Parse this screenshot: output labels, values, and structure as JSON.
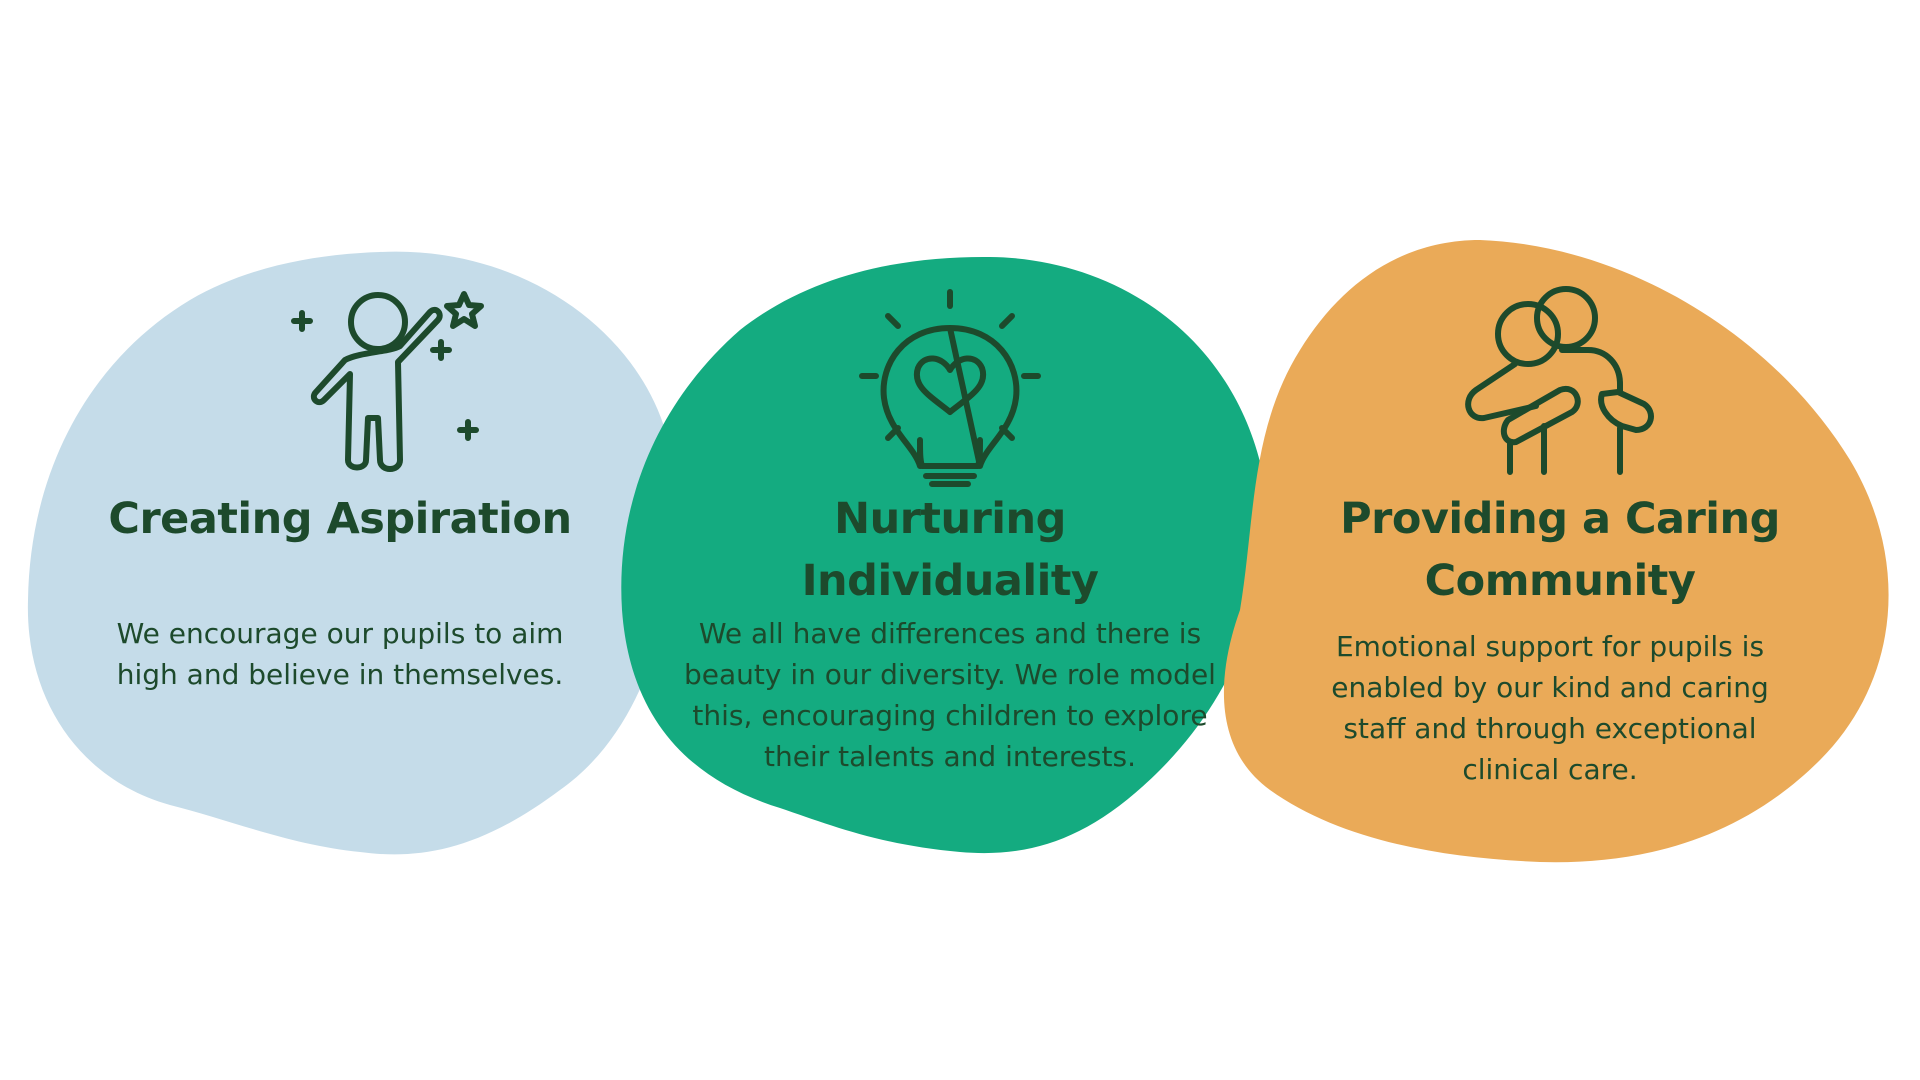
{
  "colors": {
    "blue": "#c5dce9",
    "green": "#14ab80",
    "orange": "#eaaa58",
    "text": "#1d4a2c"
  },
  "pillars": [
    {
      "icon": "child-reaching-star-icon",
      "title": "Creating Aspiration",
      "text": "We encourage our pupils to aim high and believe in themselves."
    },
    {
      "icon": "lightbulb-heart-icon",
      "title": "Nurturing Individuality",
      "text": "We all have differences and there is beauty in our diversity. We role model this, encouraging children to explore their talents and interests."
    },
    {
      "icon": "hug-icon",
      "title": "Providing a Caring Community",
      "text": "Emotional support for pupils is enabled by our kind and caring staff and through exceptional clinical care."
    }
  ]
}
